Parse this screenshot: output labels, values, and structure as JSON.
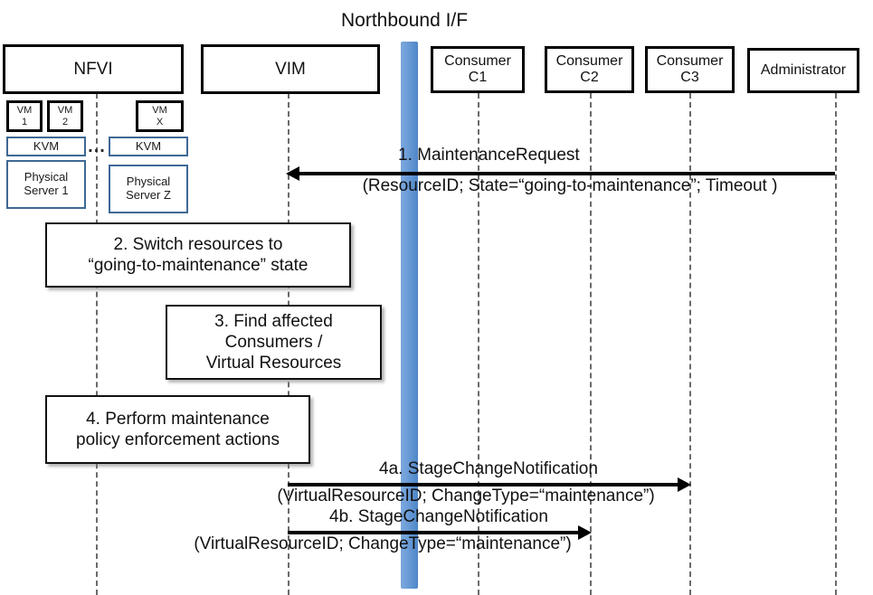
{
  "diagram": {
    "title": "Northbound I/F"
  },
  "actors": [
    {
      "id": "nfvi",
      "label": "NFVI"
    },
    {
      "id": "vim",
      "label": "VIM"
    },
    {
      "id": "c1",
      "label": "Consumer\nC1"
    },
    {
      "id": "c2",
      "label": "Consumer\nC2"
    },
    {
      "id": "c3",
      "label": "Consumer\nC3"
    },
    {
      "id": "admin",
      "label": "Administrator"
    }
  ],
  "nfvi_internals": {
    "vms": [
      {
        "label": "VM\n1"
      },
      {
        "label": "VM\n2"
      },
      {
        "label": "VM\nX"
      }
    ],
    "hypervisors": [
      {
        "label": "KVM"
      },
      {
        "label": "KVM"
      }
    ],
    "servers": [
      {
        "label": "Physical\nServer 1"
      },
      {
        "label": "Physical\nServer Z"
      }
    ],
    "ellipsis": "..."
  },
  "steps": [
    {
      "id": "step2",
      "text": "2. Switch resources to\n“going-to-maintenance” state"
    },
    {
      "id": "step3",
      "text": "3. Find affected\nConsumers /\nVirtual Resources"
    },
    {
      "id": "step4",
      "text": "4. Perform maintenance\npolicy enforcement actions"
    }
  ],
  "messages": [
    {
      "id": "msg1",
      "number": "1.",
      "name": "MaintenanceRequest",
      "title": "1.   MaintenanceRequest",
      "params": "(ResourceID; State=“going-to-maintenance”; Timeout )",
      "from": "admin",
      "to": "vim",
      "direction": "left"
    },
    {
      "id": "msg4a",
      "number": "4a.",
      "name": "StageChangeNotification",
      "title": "4a. StageChangeNotification",
      "params": "(VirtualResourceID; ChangeType=“maintenance”)",
      "from": "vim",
      "to": "c3",
      "direction": "right"
    },
    {
      "id": "msg4b",
      "number": "4b.",
      "name": "StageChangeNotification",
      "title": "4b. StageChangeNotification",
      "params": "(VirtualResourceID; ChangeType=“maintenance”)",
      "from": "vim",
      "to": "c2",
      "direction": "right"
    }
  ],
  "colors": {
    "northbound_bar": "#6f9fd8",
    "host_border": "#3f6895",
    "actor_border": "#000000",
    "lifeline": "#6b6b6b"
  }
}
